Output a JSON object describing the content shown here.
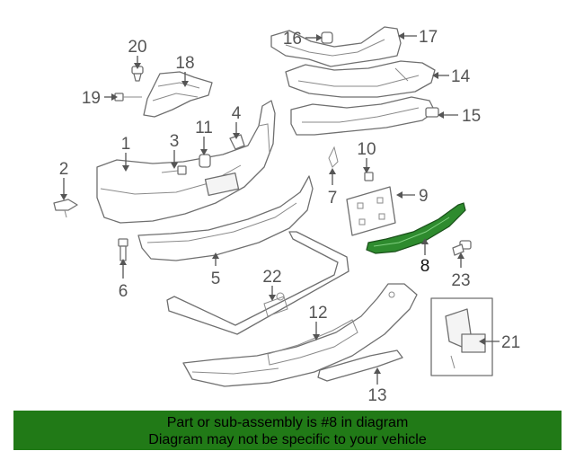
{
  "diagram": {
    "highlight_color": "#2e8b2e",
    "callouts": [
      {
        "id": "1",
        "label": "1"
      },
      {
        "id": "2",
        "label": "2"
      },
      {
        "id": "3",
        "label": "3"
      },
      {
        "id": "4",
        "label": "4"
      },
      {
        "id": "5",
        "label": "5"
      },
      {
        "id": "6",
        "label": "6"
      },
      {
        "id": "7",
        "label": "7"
      },
      {
        "id": "8",
        "label": "8"
      },
      {
        "id": "9",
        "label": "9"
      },
      {
        "id": "10",
        "label": "10"
      },
      {
        "id": "11",
        "label": "11"
      },
      {
        "id": "12",
        "label": "12"
      },
      {
        "id": "13",
        "label": "13"
      },
      {
        "id": "14",
        "label": "14"
      },
      {
        "id": "15",
        "label": "15"
      },
      {
        "id": "16",
        "label": "16"
      },
      {
        "id": "17",
        "label": "17"
      },
      {
        "id": "18",
        "label": "18"
      },
      {
        "id": "19",
        "label": "19"
      },
      {
        "id": "20",
        "label": "20"
      },
      {
        "id": "21",
        "label": "21"
      },
      {
        "id": "22",
        "label": "22"
      },
      {
        "id": "23",
        "label": "23"
      }
    ]
  },
  "footer": {
    "line1": "Part or sub-assembly is #8 in diagram",
    "line2": "Diagram may not be specific to your vehicle",
    "background": "#217a17"
  }
}
